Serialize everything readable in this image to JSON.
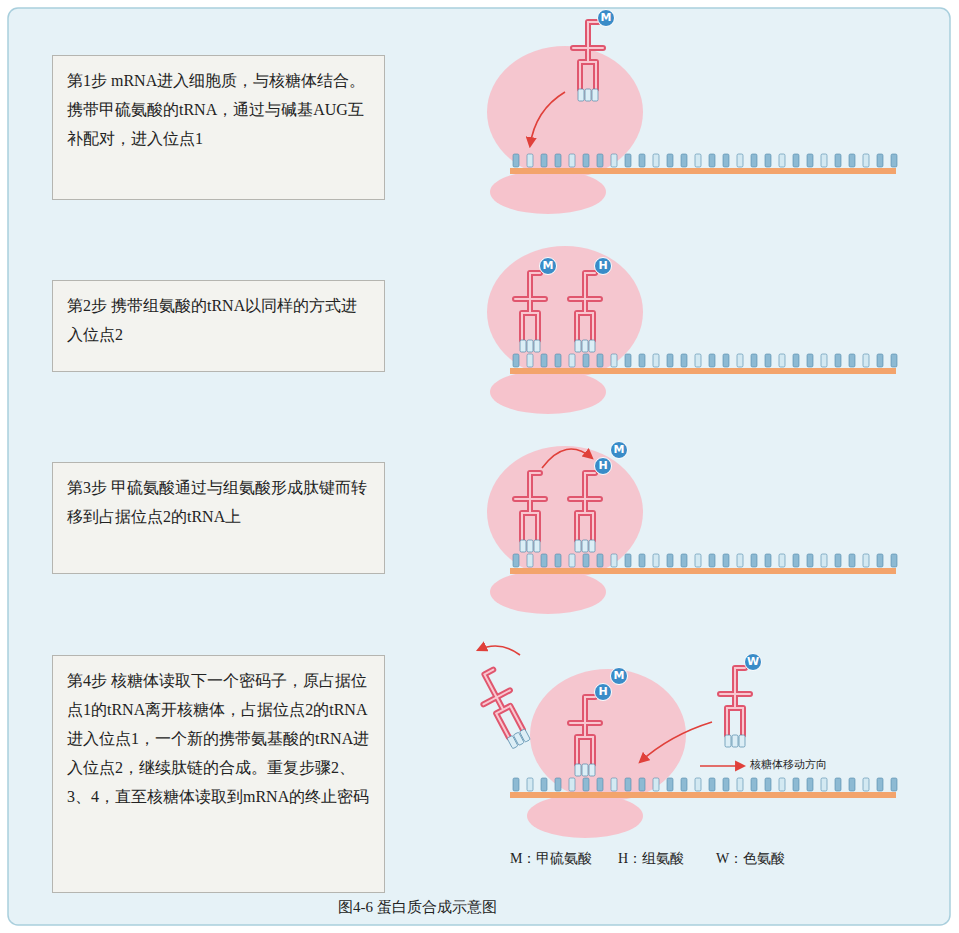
{
  "diagram": {
    "caption": "图4-6 蛋白质合成示意图",
    "nodes": [
      {
        "text": [
          "第1步 mRNA进入细胞质，与核糖体结合。携带甲硫氨酸的tRNA，通过与碱基AUG互补配对，进入位点1"
        ]
      },
      {
        "text": [
          "M"
        ]
      },
      {
        "text": [
          "第2步 携带组氨酸的tRNA以同样的方式进入位点2"
        ]
      },
      {
        "text": [
          "M"
        ]
      },
      {
        "text": [
          "H"
        ]
      },
      {
        "text": [
          "第3步 甲硫氨酸通过与组氨酸形成肽键而转移到占据位点2的tRNA上"
        ]
      },
      {
        "text": [
          "H"
        ]
      },
      {
        "text": [
          "M"
        ]
      },
      {
        "text": [
          "第4步 核糖体读取下一个密码子，原占据位点1的tRNA离开核糖体，占据位点2的tRNA进入位点1，一个新的携带氨基酸的tRNA进入位点2，继续肽链的合成。重复步骤2、3、4，直至核糖体读取到mRNA的终止密码"
        ]
      },
      {
        "text": [
          "H"
        ]
      },
      {
        "text": [
          "M"
        ]
      },
      {
        "text": [
          "W"
        ]
      }
    ],
    "labels": [
      "核糖体移动方向",
      "M：甲硫氨酸",
      "H：组氨酸",
      "W：色氨酸"
    ]
  }
}
